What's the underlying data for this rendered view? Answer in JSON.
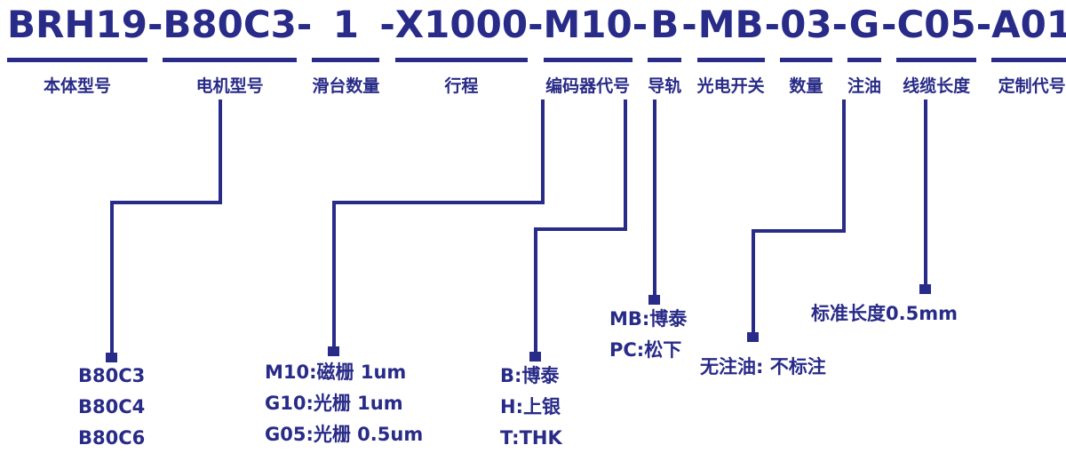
{
  "colors": {
    "ink": "#282b87",
    "background": "#ffffff"
  },
  "model_code": {
    "full": "BRH19-B80C3-1-X1000-M10-B-MB-03-G-C05-A01",
    "separator": "-",
    "segments": [
      {
        "code": "BRH19",
        "label": "本体型号"
      },
      {
        "code": "B80C3",
        "label": "电机型号"
      },
      {
        "code": "1",
        "label": "滑台数量"
      },
      {
        "code": "X1000",
        "label": "行程"
      },
      {
        "code": "M10",
        "label": "编码器代号"
      },
      {
        "code": "B",
        "label": "导轨"
      },
      {
        "code": "MB",
        "label": "光电开关"
      },
      {
        "code": "03",
        "label": "数量"
      },
      {
        "code": "G",
        "label": "注油"
      },
      {
        "code": "C05",
        "label": "线缆长度"
      },
      {
        "code": "A01",
        "label": "定制代号"
      }
    ]
  },
  "legends": {
    "motor_options": [
      "B80C3",
      "B80C4",
      "B80C6"
    ],
    "encoder_options": [
      "M10:磁栅 1um",
      "G10:光栅 1um",
      "G05:光栅 0.5um"
    ],
    "rail_options": [
      "B:博泰",
      "H:上银",
      "T:THK"
    ],
    "switch_options": [
      "MB:博泰",
      "PC:松下"
    ],
    "oil_note": "无注油: 不标注",
    "cable_note": "标准长度0.5mm"
  }
}
